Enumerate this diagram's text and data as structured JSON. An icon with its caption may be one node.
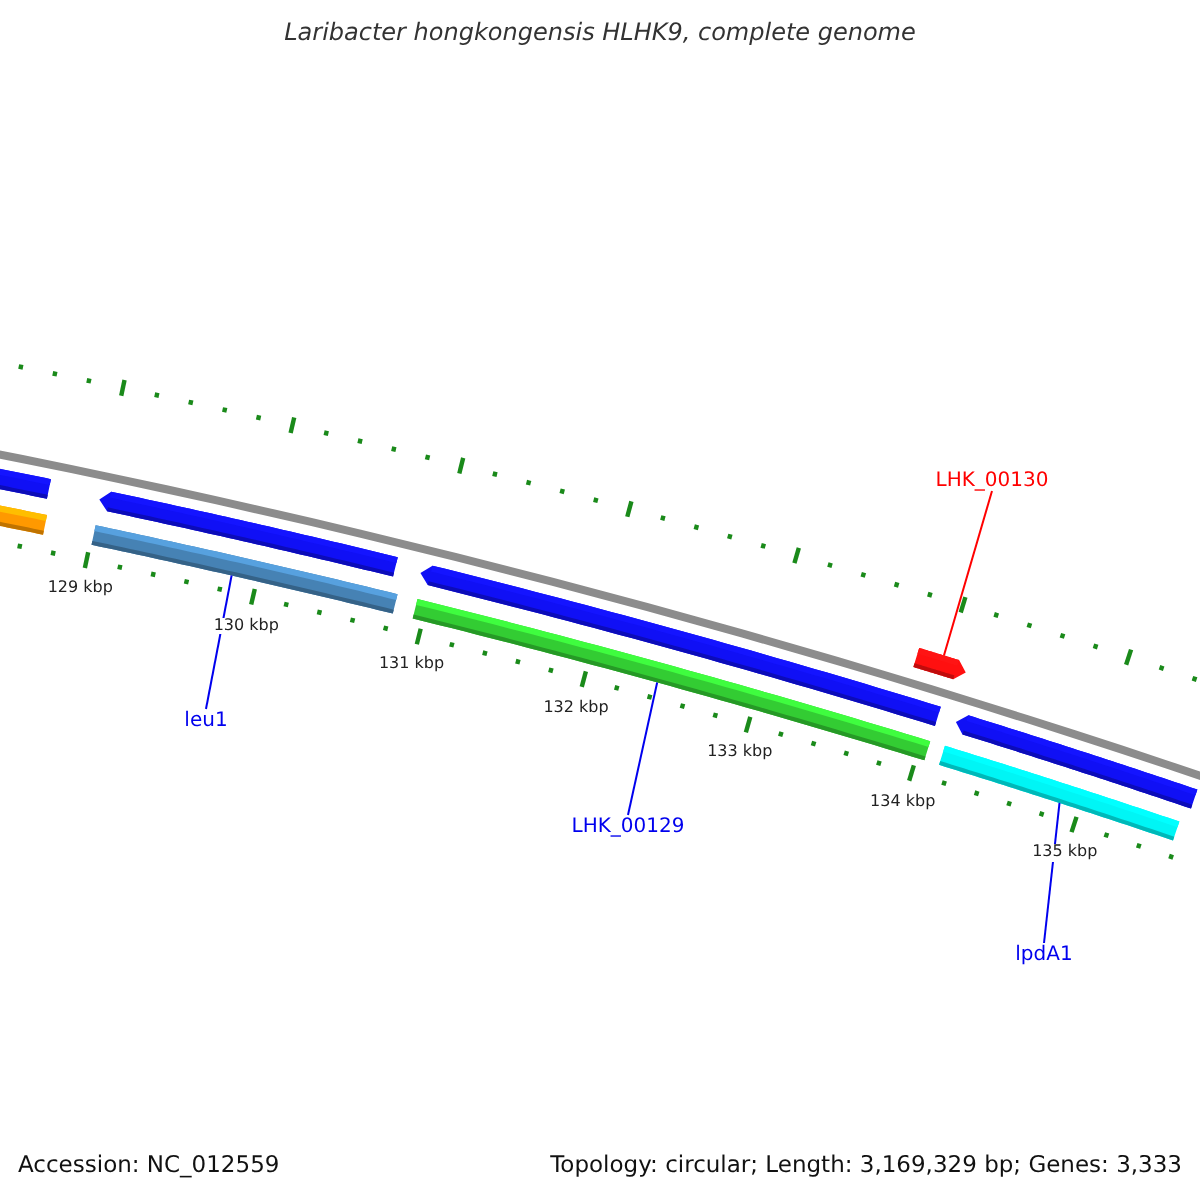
{
  "diagram": {
    "title": "Laribacter hongkongensis HLHK9, complete genome",
    "nodes": [
      {
        "text": [
          "LHK_00130"
        ]
      },
      {
        "text": [
          "leu1"
        ]
      },
      {
        "text": [
          "LHK_00129"
        ]
      },
      {
        "text": [
          "lpdA1"
        ]
      },
      {
        "text": [],
        "shape": "bar"
      },
      {
        "text": [],
        "shape": "bar"
      },
      {
        "text": [],
        "shape": "bar"
      },
      {
        "text": [],
        "shape": "bar"
      },
      {
        "text": [],
        "shape": "bar"
      },
      {
        "text": [],
        "shape": "bar"
      },
      {
        "text": [],
        "shape": "bar"
      },
      {
        "text": [],
        "shape": "bar"
      },
      {
        "text": [],
        "shape": "bar"
      }
    ],
    "edges": [
      {
        "from": 0,
        "to": 10,
        "arrow": "none",
        "color": "#ff0000"
      },
      {
        "from": 1,
        "to": 7,
        "arrow": "none"
      },
      {
        "from": 2,
        "to": 9,
        "arrow": "none"
      },
      {
        "from": 3,
        "to": 12,
        "arrow": "none"
      }
    ],
    "labels": [
      "129 kbp",
      "130 kbp",
      "131 kbp",
      "132 kbp",
      "133 kbp",
      "134 kbp",
      "135 kbp",
      "Accession: NC_012559",
      "Topology: circular; Length: 3,169,329 bp; Genes: 3,333"
    ]
  }
}
